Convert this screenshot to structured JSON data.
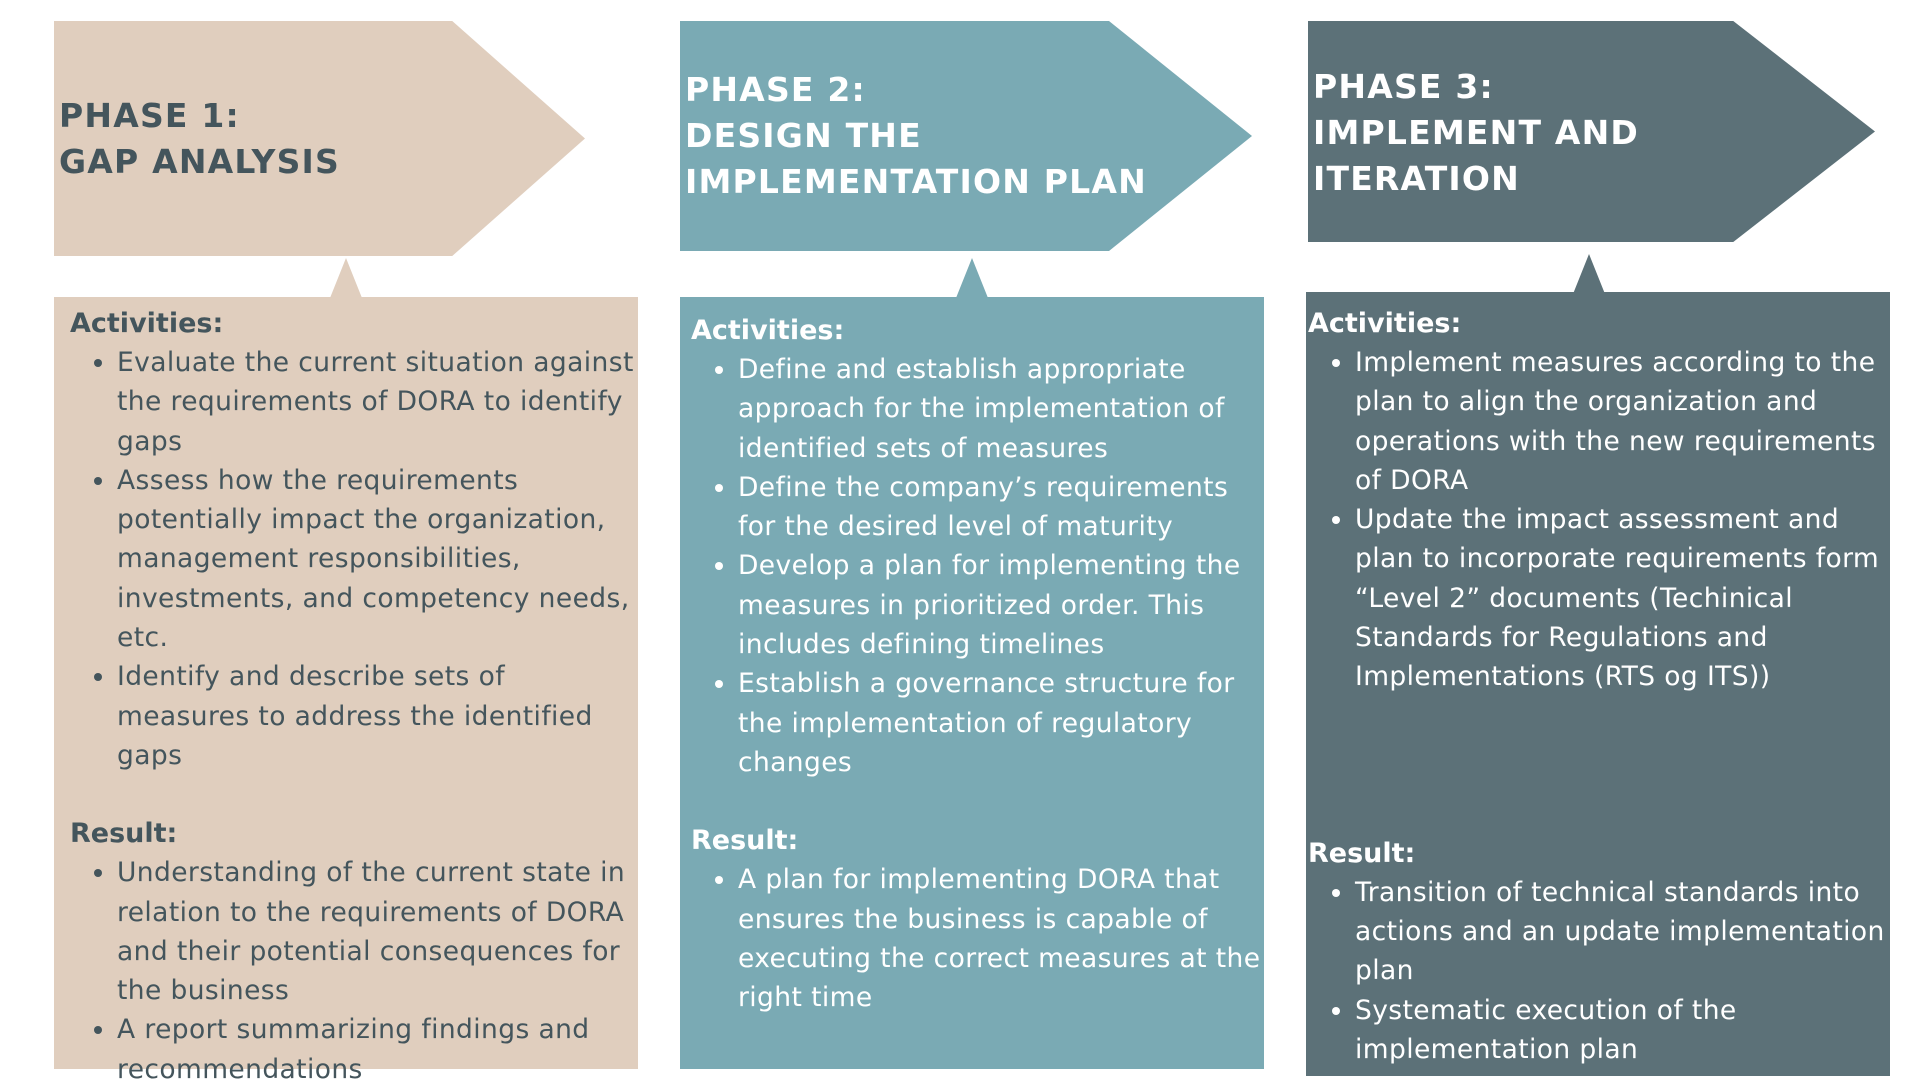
{
  "colors": {
    "phase1": "#e0cebe",
    "phase2": "#7aaab4",
    "phase3": "#5c7178",
    "phase1_text": "#44555c",
    "light_text": "#ffffff"
  },
  "phases": [
    {
      "title_lines": [
        "PHASE 1:",
        "GAP ANALYSIS"
      ],
      "activities_label": "Activities:",
      "activities": [
        "Evaluate the current situation against the requirements of DORA to identify gaps",
        "Assess how the requirements potentially impact the organization, management responsibilities, investments, and competency needs, etc.",
        "Identify and describe sets of measures to address the identified gaps"
      ],
      "result_label": "Result:",
      "results": [
        "Understanding of the current state in relation to the requirements of DORA and their potential consequences for the business",
        "A report summarizing findings and recommendations"
      ]
    },
    {
      "title_lines": [
        "PHASE 2:",
        "DESIGN THE",
        "IMPLEMENTATION PLAN"
      ],
      "activities_label": "Activities:",
      "activities": [
        "Define and establish appropriate approach for the implementation of identified sets of measures",
        "Define the company’s requirements for the desired level of maturity",
        "Develop a plan for implementing the measures in prioritized order. This includes defining timelines",
        "Establish a governance structure for the implementation of regulatory changes"
      ],
      "result_label": "Result:",
      "results": [
        "A plan for implementing DORA that ensures the business is capable of executing the correct measures at the right time"
      ]
    },
    {
      "title_lines": [
        "PHASE 3:",
        "IMPLEMENT AND",
        "ITERATION"
      ],
      "activities_label": "Activities:",
      "activities": [
        "Implement measures according to the plan to align the organization and operations with the new requirements of DORA",
        "Update the impact assessment and plan to incorporate requirements form “Level 2” documents (Techinical Standards for Regulations and Implementations (RTS og ITS))"
      ],
      "result_label": "Result:",
      "results": [
        "Transition of technical standards into actions and an update implementation plan",
        "Systematic execution of the implementation plan"
      ]
    }
  ]
}
